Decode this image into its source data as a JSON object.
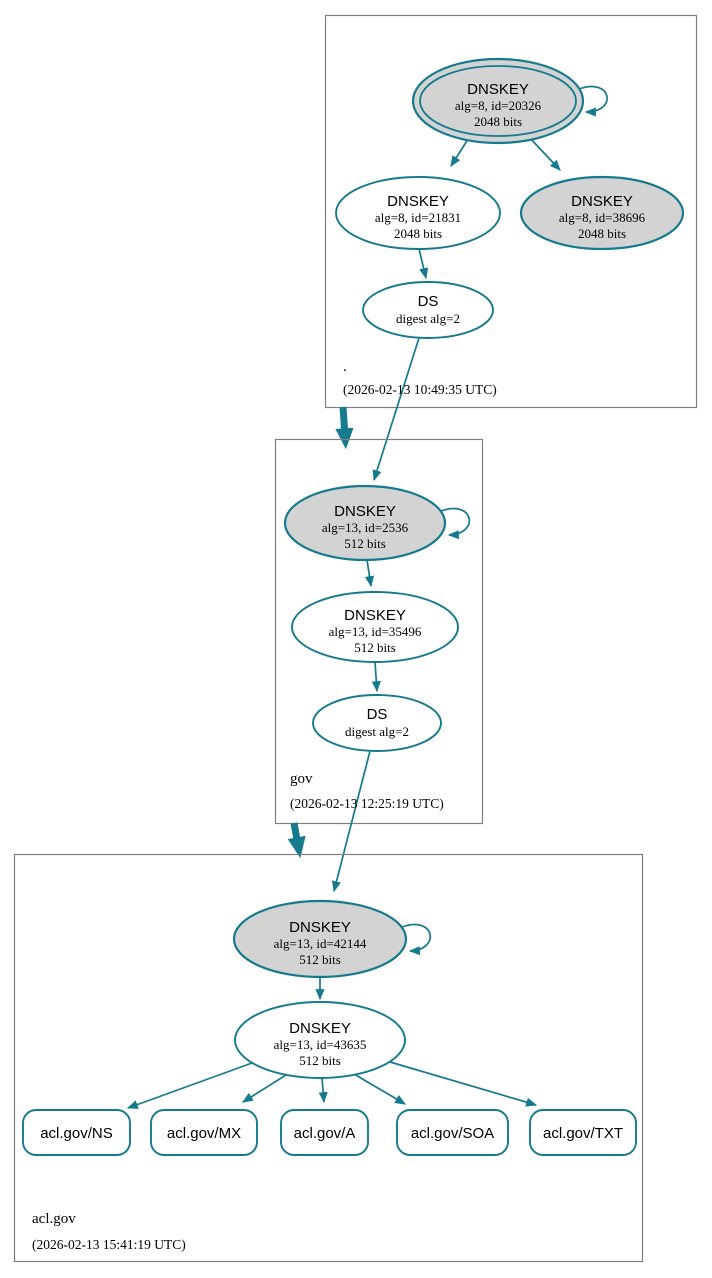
{
  "colors": {
    "edge_teal": "#157a8d",
    "key_fill_gray": "#d3d3d3",
    "node_fill_white": "#ffffff",
    "zone_border_gray": "#7f7f7f",
    "text_black": "#000000",
    "background": "#ffffff"
  },
  "diagram": {
    "zones": [
      {
        "label": ".",
        "timestamp": "(2026-02-13 10:49:35 UTC)",
        "nodes": {
          "ksk": {
            "title": "DNSKEY",
            "detail": "alg=8, id=20326",
            "bits": "2048 bits"
          },
          "zsk": {
            "title": "DNSKEY",
            "detail": "alg=8, id=21831",
            "bits": "2048 bits"
          },
          "key3": {
            "title": "DNSKEY",
            "detail": "alg=8, id=38696",
            "bits": "2048 bits"
          },
          "ds": {
            "title": "DS",
            "detail": "digest alg=2"
          }
        }
      },
      {
        "label": "gov",
        "timestamp": "(2026-02-13 12:25:19 UTC)",
        "nodes": {
          "ksk": {
            "title": "DNSKEY",
            "detail": "alg=13, id=2536",
            "bits": "512 bits"
          },
          "zsk": {
            "title": "DNSKEY",
            "detail": "alg=13, id=35496",
            "bits": "512 bits"
          },
          "ds": {
            "title": "DS",
            "detail": "digest alg=2"
          }
        }
      },
      {
        "label": "acl.gov",
        "timestamp": "(2026-02-13 15:41:19 UTC)",
        "nodes": {
          "ksk": {
            "title": "DNSKEY",
            "detail": "alg=13, id=42144",
            "bits": "512 bits"
          },
          "zsk": {
            "title": "DNSKEY",
            "detail": "alg=13, id=43635",
            "bits": "512 bits"
          }
        },
        "rrsets": [
          {
            "label": "acl.gov/NS"
          },
          {
            "label": "acl.gov/MX"
          },
          {
            "label": "acl.gov/A"
          },
          {
            "label": "acl.gov/SOA"
          },
          {
            "label": "acl.gov/TXT"
          }
        ]
      }
    ]
  }
}
